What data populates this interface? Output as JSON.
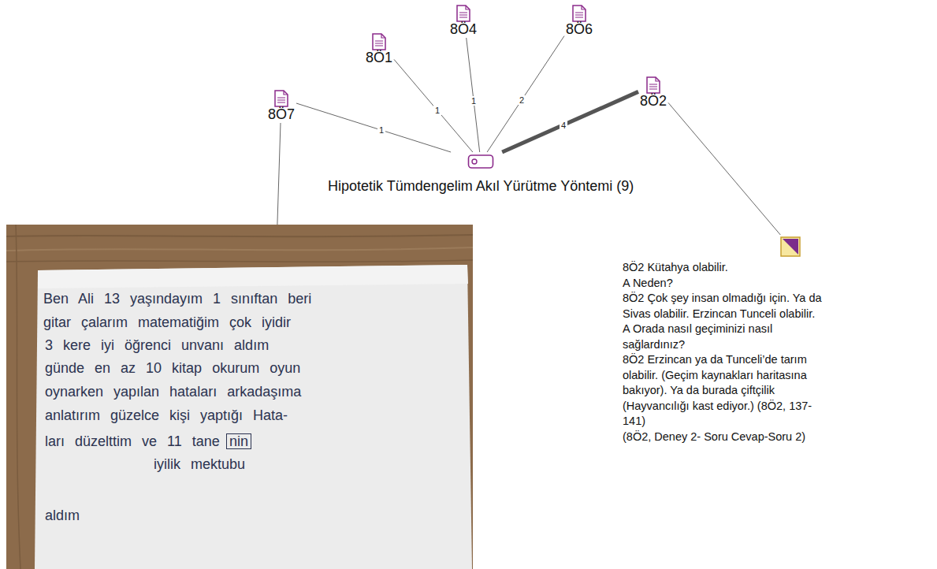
{
  "diagram": {
    "nodes": [
      {
        "text": [
          "8Ö7"
        ]
      },
      {
        "text": [
          "8Ö1"
        ]
      },
      {
        "text": [
          "8Ö4"
        ]
      },
      {
        "text": [
          "8Ö6"
        ]
      },
      {
        "text": [
          "8Ö2"
        ]
      },
      {
        "text": [
          "Hipotetik Tümdengelim Akıl Yürütme Yöntemi (9)"
        ]
      },
      {
        "text": [
          "8Ö2 Kütahya olabilir.",
          "A Neden?",
          "8Ö2 Çok şey insan olmadığı için. Ya da Sivas olabilir. Erzincan Tunceli olabilir.",
          "A Orada nasıl geçiminizi nasıl sağlardınız?",
          "8Ö2 Erzincan ya da Tunceli’de tarım olabilir. (Geçim kaynakları haritasına bakıyor). Ya da burada çiftçilik (Hayvancılığı kast ediyor.) (8Ö2, 137-141)",
          "(8Ö2, Deney 2- Soru Cevap-Soru 2)"
        ]
      },
      {
        "text": [
          "Ben Ali 13 yaşındayım 1 sınıftan beri",
          "gitar çalarım matematiğim çok iyidir",
          "3 kere iyi öğrenci unvanı aldım",
          "günde en az 10 kitap okurum oyun",
          "oynarken yapılan hataları arkadaşıma",
          "anlatırım güzelce kişi yaptığı Hata-",
          "ları düzelttim ve 11 tane",
          "nin",
          "iyilik mektubu",
          "aldım"
        ]
      }
    ],
    "edges": [
      {
        "from": 0,
        "to": 5,
        "arrow": "none",
        "label": "1"
      },
      {
        "from": 1,
        "to": 5,
        "arrow": "none",
        "label": "1"
      },
      {
        "from": 2,
        "to": 5,
        "arrow": "none",
        "label": "1"
      },
      {
        "from": 3,
        "to": 5,
        "arrow": "none",
        "label": "2"
      },
      {
        "from": 4,
        "to": 5,
        "arrow": "none",
        "label": "4"
      },
      {
        "from": 0,
        "to": 7,
        "arrow": "none"
      },
      {
        "from": 4,
        "to": 6,
        "arrow": "none"
      }
    ]
  }
}
